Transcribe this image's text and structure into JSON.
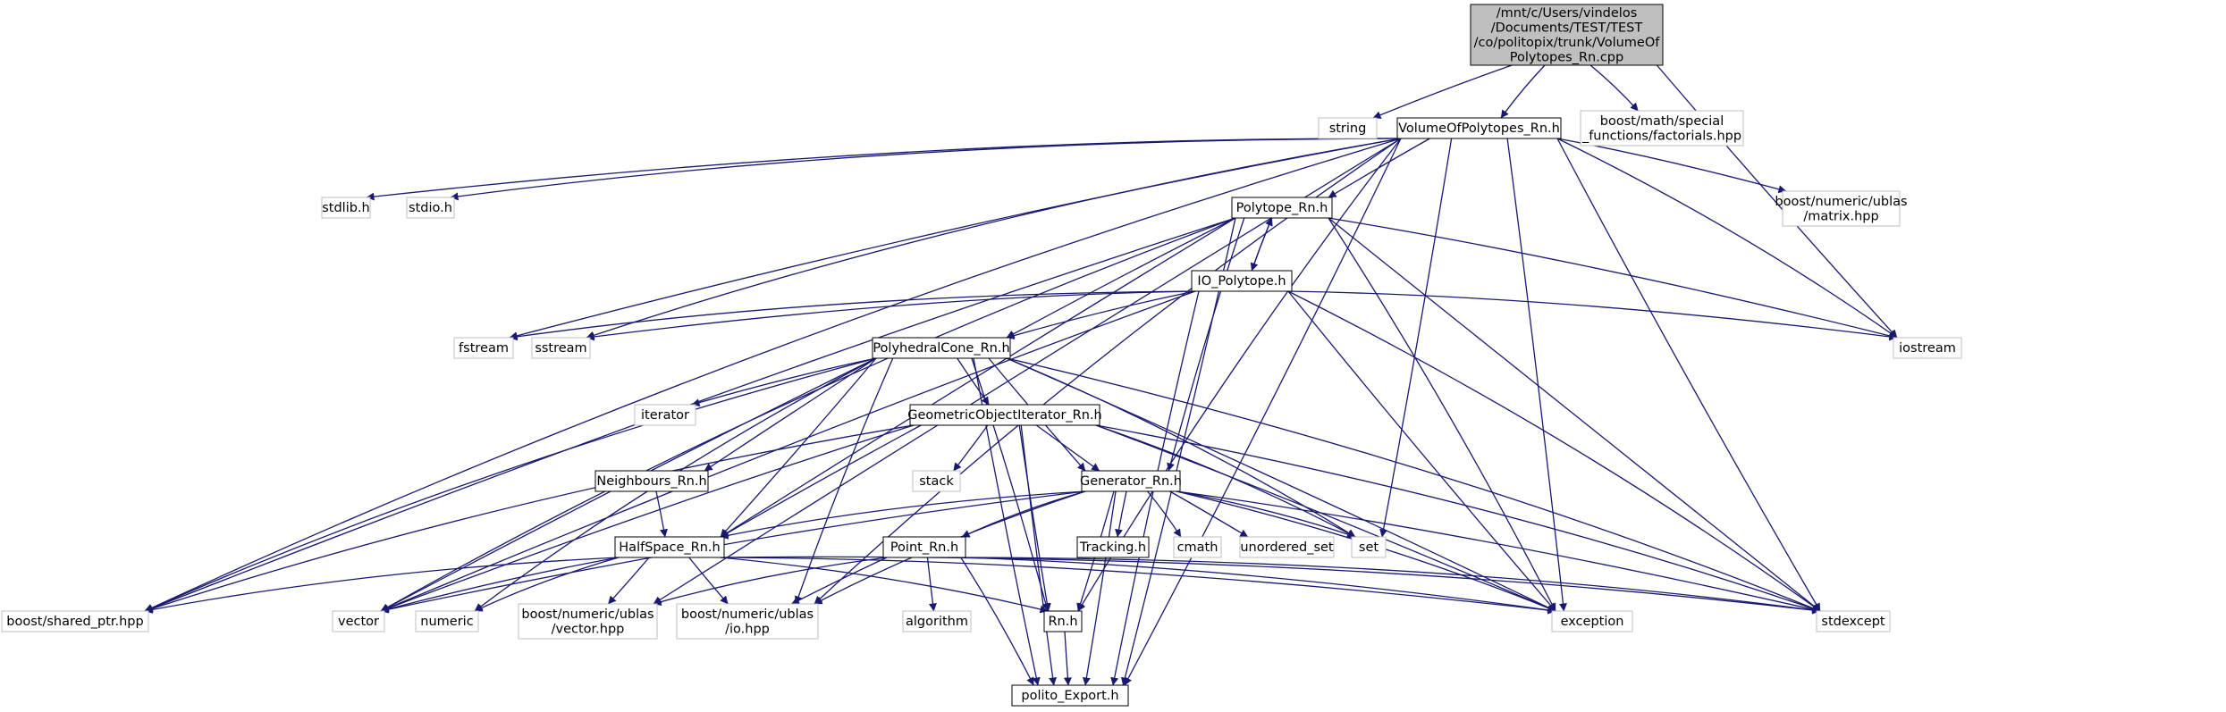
{
  "colors": {
    "edge": "#191970",
    "root_fill": "#bfbfbf",
    "node_border": "#000000",
    "external_border": "#bfbfbf",
    "background": "#ffffff"
  },
  "nodes": [
    {
      "id": "root",
      "lines": [
        "/mnt/c/Users/vindelos",
        "/Documents/TEST/TEST",
        "/co/politopix/trunk/VolumeOf",
        "Polytopes_Rn.cpp"
      ],
      "kind": "root"
    },
    {
      "id": "string",
      "lines": [
        "string"
      ],
      "kind": "external"
    },
    {
      "id": "volh",
      "lines": [
        "VolumeOfPolytopes_Rn.h"
      ],
      "kind": "header"
    },
    {
      "id": "factorials",
      "lines": [
        "boost/math/special",
        "_functions/factorials.hpp"
      ],
      "kind": "external"
    },
    {
      "id": "stdlib",
      "lines": [
        "stdlib.h"
      ],
      "kind": "external"
    },
    {
      "id": "stdio",
      "lines": [
        "stdio.h"
      ],
      "kind": "external"
    },
    {
      "id": "polytope",
      "lines": [
        "Polytope_Rn.h"
      ],
      "kind": "header"
    },
    {
      "id": "matrix",
      "lines": [
        "boost/numeric/ublas",
        "/matrix.hpp"
      ],
      "kind": "external"
    },
    {
      "id": "iopolytope",
      "lines": [
        "IO_Polytope.h"
      ],
      "kind": "header"
    },
    {
      "id": "fstream",
      "lines": [
        "fstream"
      ],
      "kind": "external"
    },
    {
      "id": "sstream",
      "lines": [
        "sstream"
      ],
      "kind": "external"
    },
    {
      "id": "iostream",
      "lines": [
        "iostream"
      ],
      "kind": "external"
    },
    {
      "id": "polycone",
      "lines": [
        "PolyhedralCone_Rn.h"
      ],
      "kind": "header"
    },
    {
      "id": "iterator",
      "lines": [
        "iterator"
      ],
      "kind": "external"
    },
    {
      "id": "geomiter",
      "lines": [
        "GeometricObjectIterator_Rn.h"
      ],
      "kind": "header"
    },
    {
      "id": "stack",
      "lines": [
        "stack"
      ],
      "kind": "external"
    },
    {
      "id": "neighbours",
      "lines": [
        "Neighbours_Rn.h"
      ],
      "kind": "header"
    },
    {
      "id": "generator",
      "lines": [
        "Generator_Rn.h"
      ],
      "kind": "header"
    },
    {
      "id": "tracking",
      "lines": [
        "Tracking.h"
      ],
      "kind": "header"
    },
    {
      "id": "cmath",
      "lines": [
        "cmath"
      ],
      "kind": "external"
    },
    {
      "id": "unordered",
      "lines": [
        "unordered_set"
      ],
      "kind": "external"
    },
    {
      "id": "set",
      "lines": [
        "set"
      ],
      "kind": "external"
    },
    {
      "id": "halfspace",
      "lines": [
        "HalfSpace_Rn.h"
      ],
      "kind": "header"
    },
    {
      "id": "point",
      "lines": [
        "Point_Rn.h"
      ],
      "kind": "header"
    },
    {
      "id": "sharedptr",
      "lines": [
        "boost/shared_ptr.hpp"
      ],
      "kind": "external"
    },
    {
      "id": "vector",
      "lines": [
        "vector"
      ],
      "kind": "external"
    },
    {
      "id": "numeric",
      "lines": [
        "numeric"
      ],
      "kind": "external"
    },
    {
      "id": "ublasvector",
      "lines": [
        "boost/numeric/ublas",
        "/vector.hpp"
      ],
      "kind": "external"
    },
    {
      "id": "ublasio",
      "lines": [
        "boost/numeric/ublas",
        "/io.hpp"
      ],
      "kind": "external"
    },
    {
      "id": "algorithm",
      "lines": [
        "algorithm"
      ],
      "kind": "external"
    },
    {
      "id": "rnh",
      "lines": [
        "Rn.h"
      ],
      "kind": "header"
    },
    {
      "id": "exception",
      "lines": [
        "exception"
      ],
      "kind": "external"
    },
    {
      "id": "stdexcept",
      "lines": [
        "stdexcept"
      ],
      "kind": "external"
    },
    {
      "id": "politoexport",
      "lines": [
        "polito_Export.h"
      ],
      "kind": "header"
    }
  ],
  "edges": [
    [
      "root",
      "string"
    ],
    [
      "root",
      "volh"
    ],
    [
      "root",
      "factorials"
    ],
    [
      "root",
      "iostream"
    ],
    [
      "volh",
      "stdlib"
    ],
    [
      "volh",
      "stdio"
    ],
    [
      "volh",
      "polytope"
    ],
    [
      "volh",
      "matrix"
    ],
    [
      "volh",
      "fstream"
    ],
    [
      "volh",
      "sstream"
    ],
    [
      "volh",
      "iostream"
    ],
    [
      "volh",
      "sharedptr"
    ],
    [
      "volh",
      "ublasvector"
    ],
    [
      "volh",
      "ublasio"
    ],
    [
      "volh",
      "set"
    ],
    [
      "volh",
      "rnh"
    ],
    [
      "volh",
      "exception"
    ],
    [
      "volh",
      "stdexcept"
    ],
    [
      "volh",
      "politoexport"
    ],
    [
      "polytope",
      "iopolytope"
    ],
    [
      "polytope",
      "polycone"
    ],
    [
      "polytope",
      "generator"
    ],
    [
      "polytope",
      "halfspace"
    ],
    [
      "polytope",
      "iostream"
    ],
    [
      "polytope",
      "sharedptr"
    ],
    [
      "polytope",
      "vector"
    ],
    [
      "polytope",
      "exception"
    ],
    [
      "polytope",
      "stdexcept"
    ],
    [
      "polytope",
      "politoexport"
    ],
    [
      "iopolytope",
      "polytope"
    ],
    [
      "iopolytope",
      "polycone"
    ],
    [
      "iopolytope",
      "fstream"
    ],
    [
      "iopolytope",
      "sstream"
    ],
    [
      "iopolytope",
      "iostream"
    ],
    [
      "iopolytope",
      "vector"
    ],
    [
      "iopolytope",
      "exception"
    ],
    [
      "iopolytope",
      "stdexcept"
    ],
    [
      "iopolytope",
      "politoexport"
    ],
    [
      "polycone",
      "iterator"
    ],
    [
      "polycone",
      "geomiter"
    ],
    [
      "polycone",
      "neighbours"
    ],
    [
      "polycone",
      "generator"
    ],
    [
      "polycone",
      "halfspace"
    ],
    [
      "polycone",
      "sharedptr"
    ],
    [
      "polycone",
      "vector"
    ],
    [
      "polycone",
      "numeric"
    ],
    [
      "polycone",
      "set"
    ],
    [
      "polycone",
      "ublasio"
    ],
    [
      "polycone",
      "rnh"
    ],
    [
      "polycone",
      "exception"
    ],
    [
      "polycone",
      "stdexcept"
    ],
    [
      "polycone",
      "politoexport"
    ],
    [
      "geomiter",
      "stack"
    ],
    [
      "geomiter",
      "generator"
    ],
    [
      "geomiter",
      "halfspace"
    ],
    [
      "geomiter",
      "rnh"
    ],
    [
      "geomiter",
      "vector"
    ],
    [
      "geomiter",
      "sharedptr"
    ],
    [
      "geomiter",
      "set"
    ],
    [
      "geomiter",
      "exception"
    ],
    [
      "geomiter",
      "stdexcept"
    ],
    [
      "geomiter",
      "politoexport"
    ],
    [
      "neighbours",
      "halfspace"
    ],
    [
      "generator",
      "tracking"
    ],
    [
      "generator",
      "cmath"
    ],
    [
      "generator",
      "unordered"
    ],
    [
      "generator",
      "set"
    ],
    [
      "generator",
      "point"
    ],
    [
      "generator",
      "rnh"
    ],
    [
      "generator",
      "halfspace"
    ],
    [
      "generator",
      "vector"
    ],
    [
      "generator",
      "ublasio"
    ],
    [
      "generator",
      "exception"
    ],
    [
      "generator",
      "stdexcept"
    ],
    [
      "generator",
      "politoexport"
    ],
    [
      "halfspace",
      "sharedptr"
    ],
    [
      "halfspace",
      "vector"
    ],
    [
      "halfspace",
      "numeric"
    ],
    [
      "halfspace",
      "ublasvector"
    ],
    [
      "halfspace",
      "ublasio"
    ],
    [
      "halfspace",
      "rnh"
    ],
    [
      "halfspace",
      "exception"
    ],
    [
      "halfspace",
      "stdexcept"
    ],
    [
      "point",
      "ublasvector"
    ],
    [
      "point",
      "ublasio"
    ],
    [
      "point",
      "algorithm"
    ],
    [
      "point",
      "politoexport"
    ],
    [
      "point",
      "exception"
    ],
    [
      "point",
      "stdexcept"
    ],
    [
      "rnh",
      "politoexport"
    ]
  ]
}
